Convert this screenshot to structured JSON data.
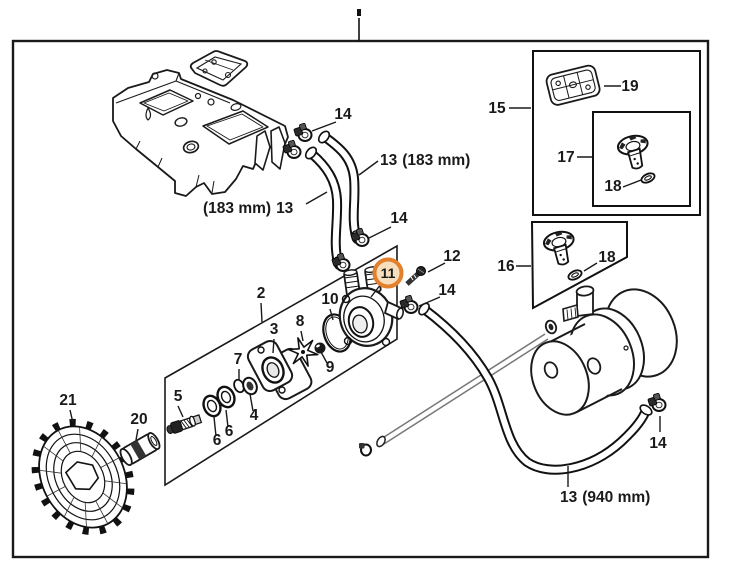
{
  "diagram": {
    "kind": "exploded-parts-diagram",
    "background": "#ffffff",
    "line_color": "#1a1a1a",
    "highlight_ring_color": "#E2802E",
    "highlight_fill_color": "#F7DEBD",
    "highlighted_callout": "11"
  },
  "callouts": {
    "clamps_top": "14",
    "hose_right_num": "13",
    "hose_right_dim": "(183 mm)",
    "hose_left_dim": "(183 mm)",
    "hose_left_num": "13",
    "clamps_mid": "14",
    "screw": "12",
    "pump_housing": "11",
    "pump_inlet_clamp": "14",
    "pump_assembly": "2",
    "o_ring_large": "10",
    "pump_flange": "3",
    "impeller": "8",
    "circlip": "7",
    "nut": "9",
    "worm_shaft": "5",
    "seal_ring": "4",
    "bearing_a": "6",
    "bearing_b": "6",
    "fan_guard": "21",
    "coupling": "20",
    "filter_kit_box": "15",
    "filter_plate": "19",
    "knob_upper": "17",
    "o_ring_knob_upper": "18",
    "knob_kit_box": "16",
    "o_ring_knob_lower": "18",
    "tank_hose_clamp": "14",
    "hose_long_num": "13",
    "hose_long_dim": "(940 mm)"
  }
}
